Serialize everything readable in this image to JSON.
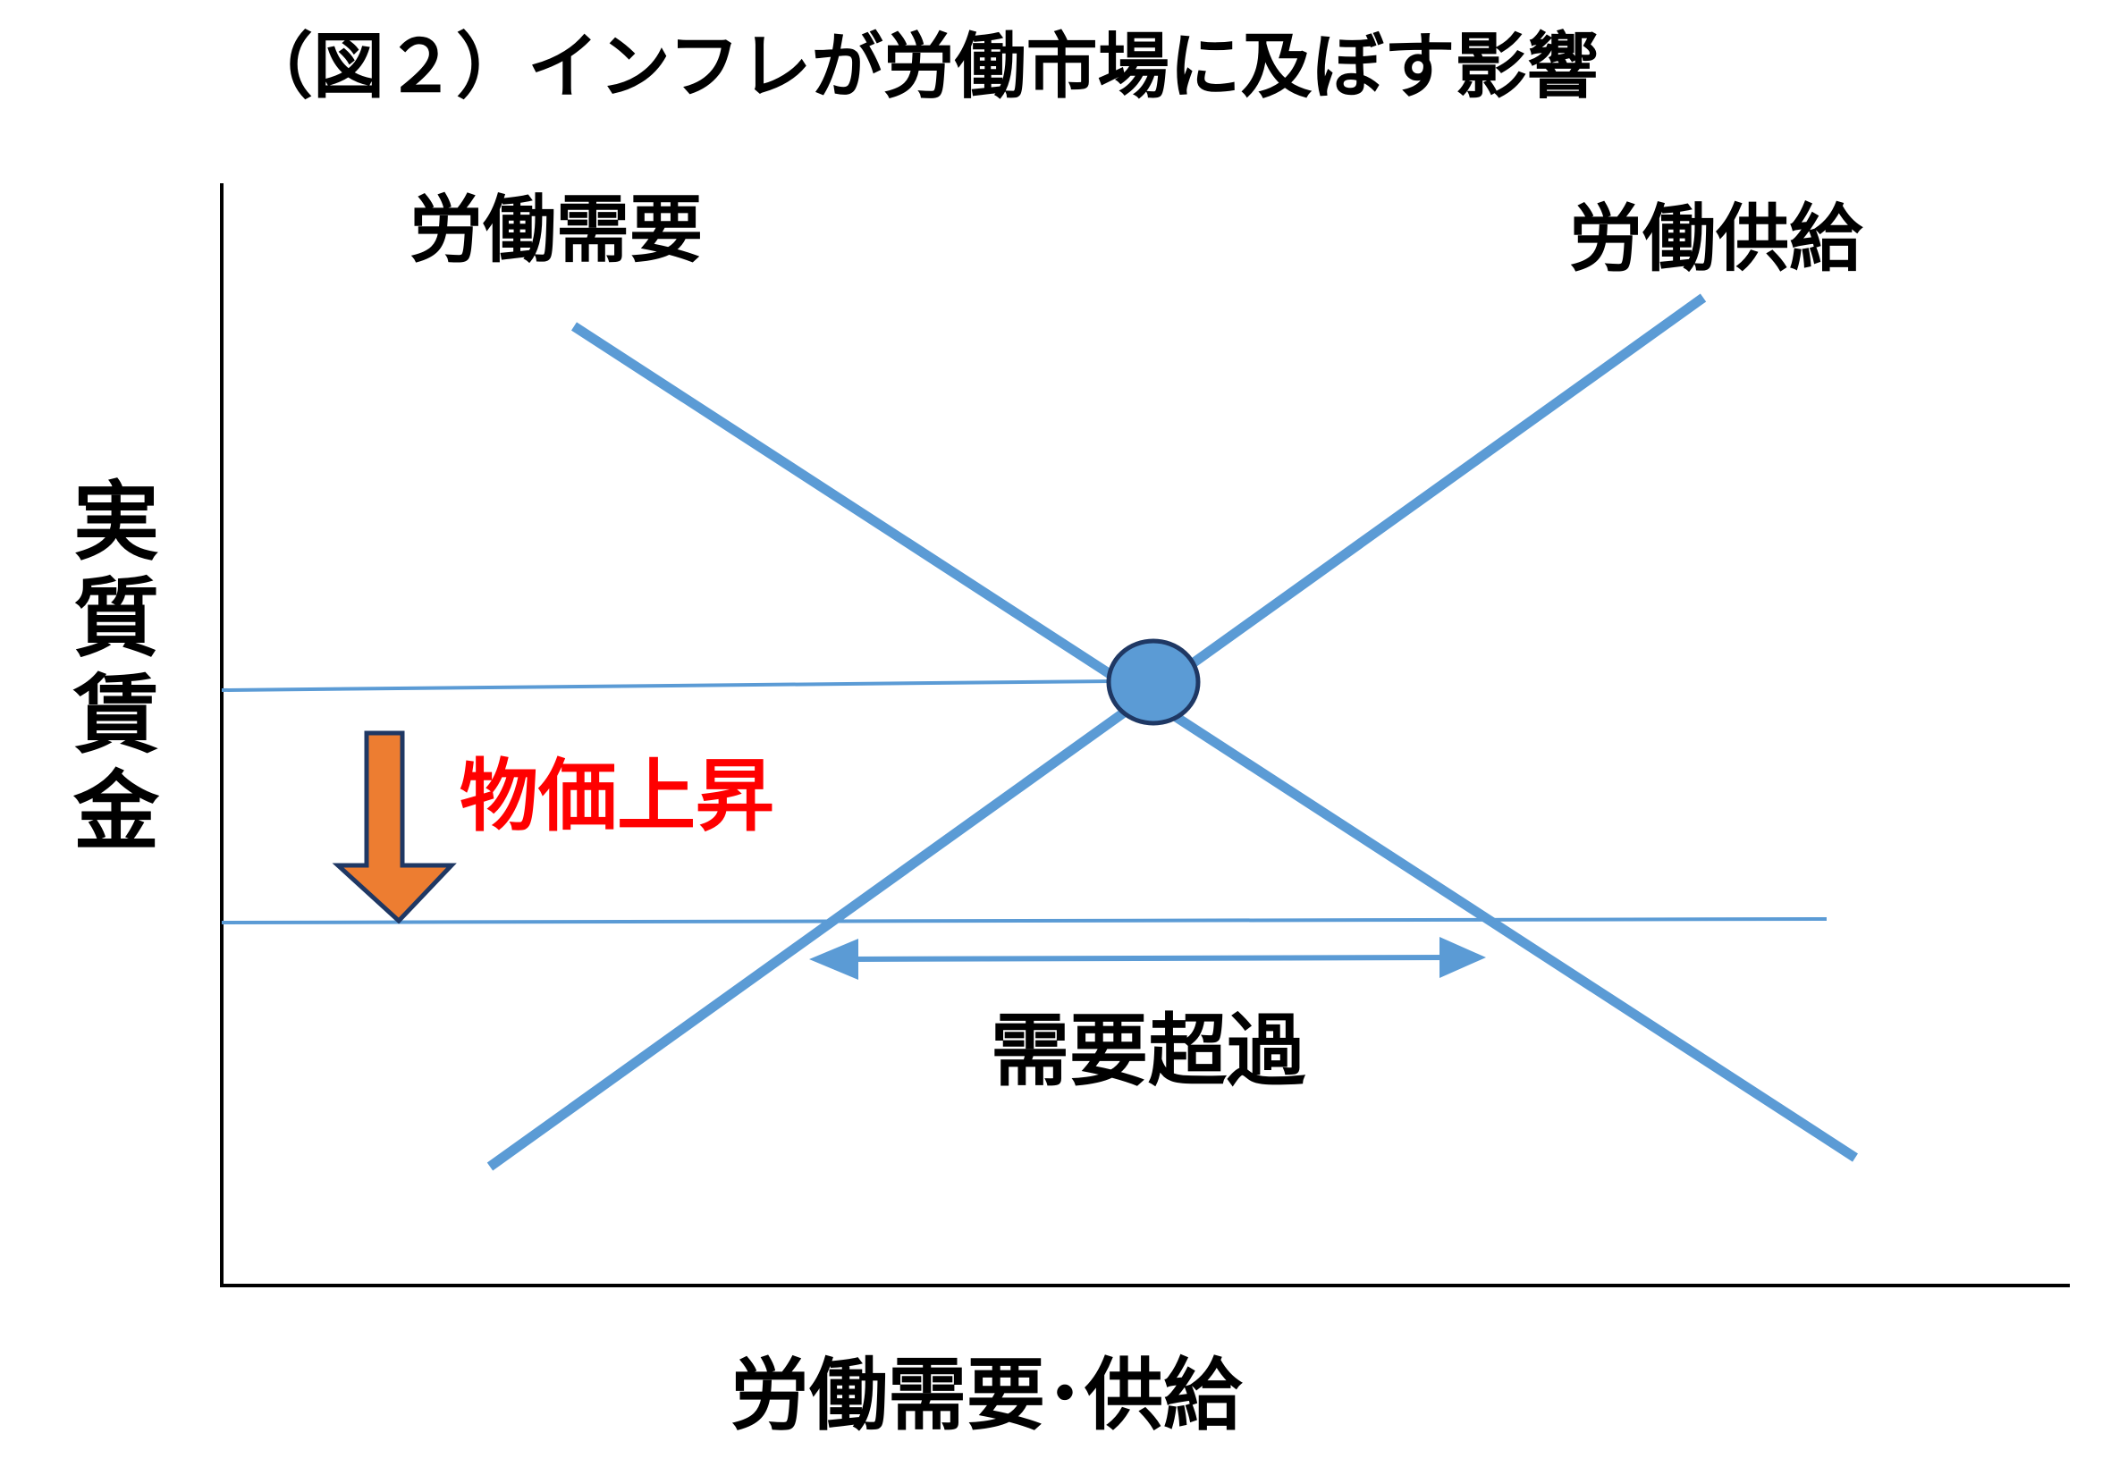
{
  "title": "（図２）インフレが労働市場に及ぼす影響",
  "labels": {
    "labor_demand": "労働需要",
    "labor_supply": "労働供給",
    "y_axis": "実質賃金",
    "x_axis": "労働需要･供給",
    "price_rise": "物価上昇",
    "excess_demand": "需要超過"
  },
  "colors": {
    "curve": "#5B9BD5",
    "equilibrium_fill": "#5B9BD5",
    "equilibrium_stroke": "#1F3864",
    "arrow_fill": "#ED7D31",
    "arrow_stroke": "#1F3864",
    "price_text": "#FF0000",
    "axis": "#000000"
  }
}
